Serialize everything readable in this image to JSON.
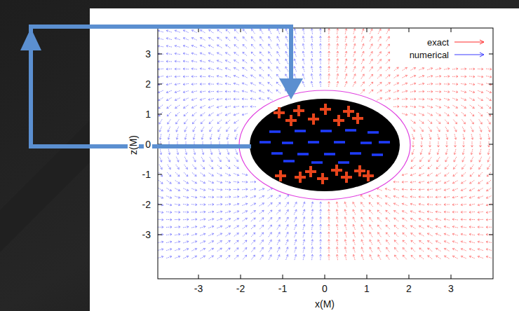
{
  "diagram": {
    "labels": [
      "-3",
      "-2",
      "-1",
      "0",
      "1",
      "2",
      "3",
      "3",
      "2",
      "1",
      "0",
      "-1",
      "-2",
      "-3",
      "x(M)",
      "z(M)"
    ],
    "legend": [
      {
        "text": "exact"
      },
      {
        "text": "numerical"
      }
    ]
  }
}
